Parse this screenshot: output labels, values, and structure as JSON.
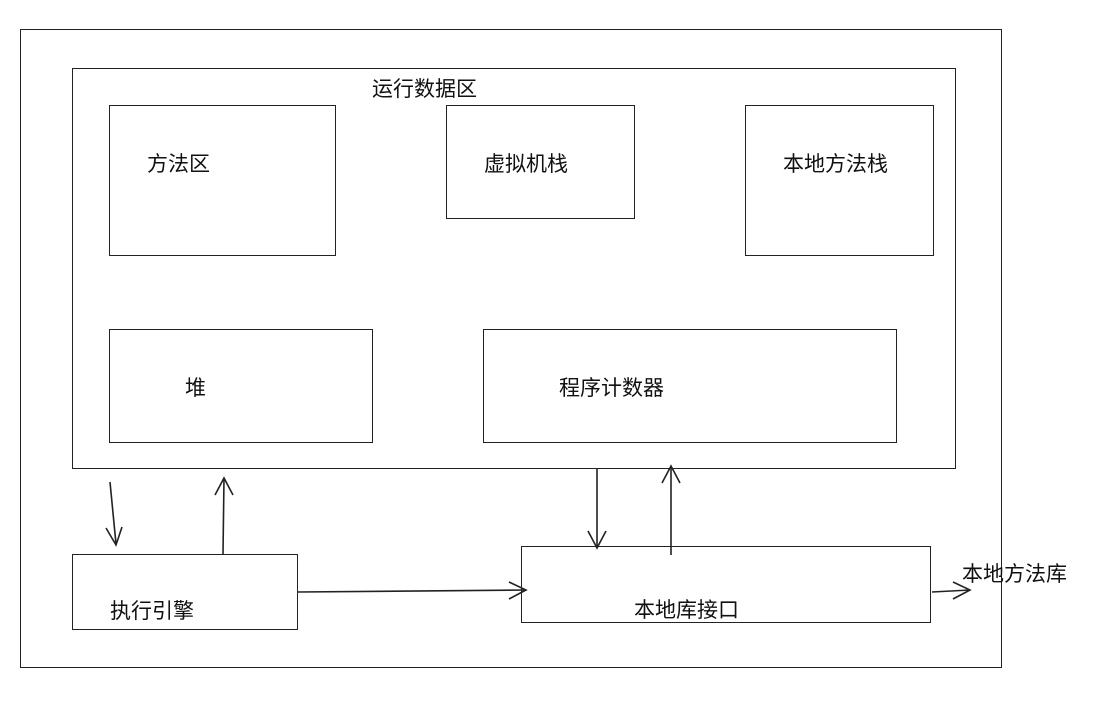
{
  "diagram": {
    "runtime_data_area": {
      "label": "运行数据区"
    },
    "method_area": {
      "label": "方法区"
    },
    "vm_stack": {
      "label": "虚拟机栈"
    },
    "native_method_stack": {
      "label": "本地方法栈"
    },
    "heap": {
      "label": "堆"
    },
    "program_counter": {
      "label": "程序计数器"
    },
    "execution_engine": {
      "label": "执行引擎"
    },
    "native_interface": {
      "label": "本地库接口"
    },
    "native_method_library": {
      "label": "本地方法库"
    }
  }
}
